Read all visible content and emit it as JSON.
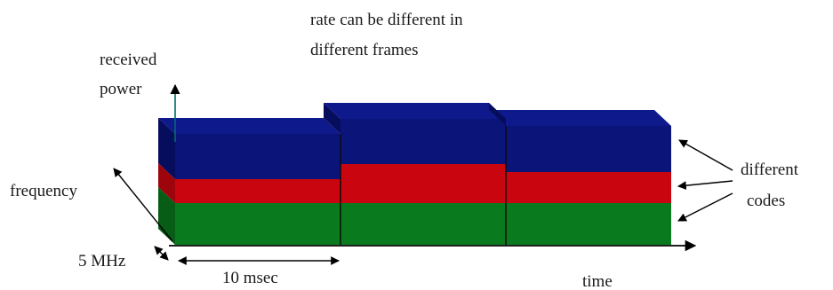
{
  "annotations": {
    "rate_note_line1": "rate can be different in",
    "rate_note_line2": "different frames",
    "received_power_line1": "received",
    "received_power_line2": "power",
    "frequency": "frequency",
    "bandwidth": "5 MHz",
    "frame_duration": "10 msec",
    "time": "time",
    "codes_line1": "different",
    "codes_line2": "codes"
  },
  "colors": {
    "code_top": "#0b1479",
    "code_middle": "#c90610",
    "code_bottom": "#0a7a1e",
    "arrow_black": "#000000",
    "power_axis": "#006b6b"
  }
}
